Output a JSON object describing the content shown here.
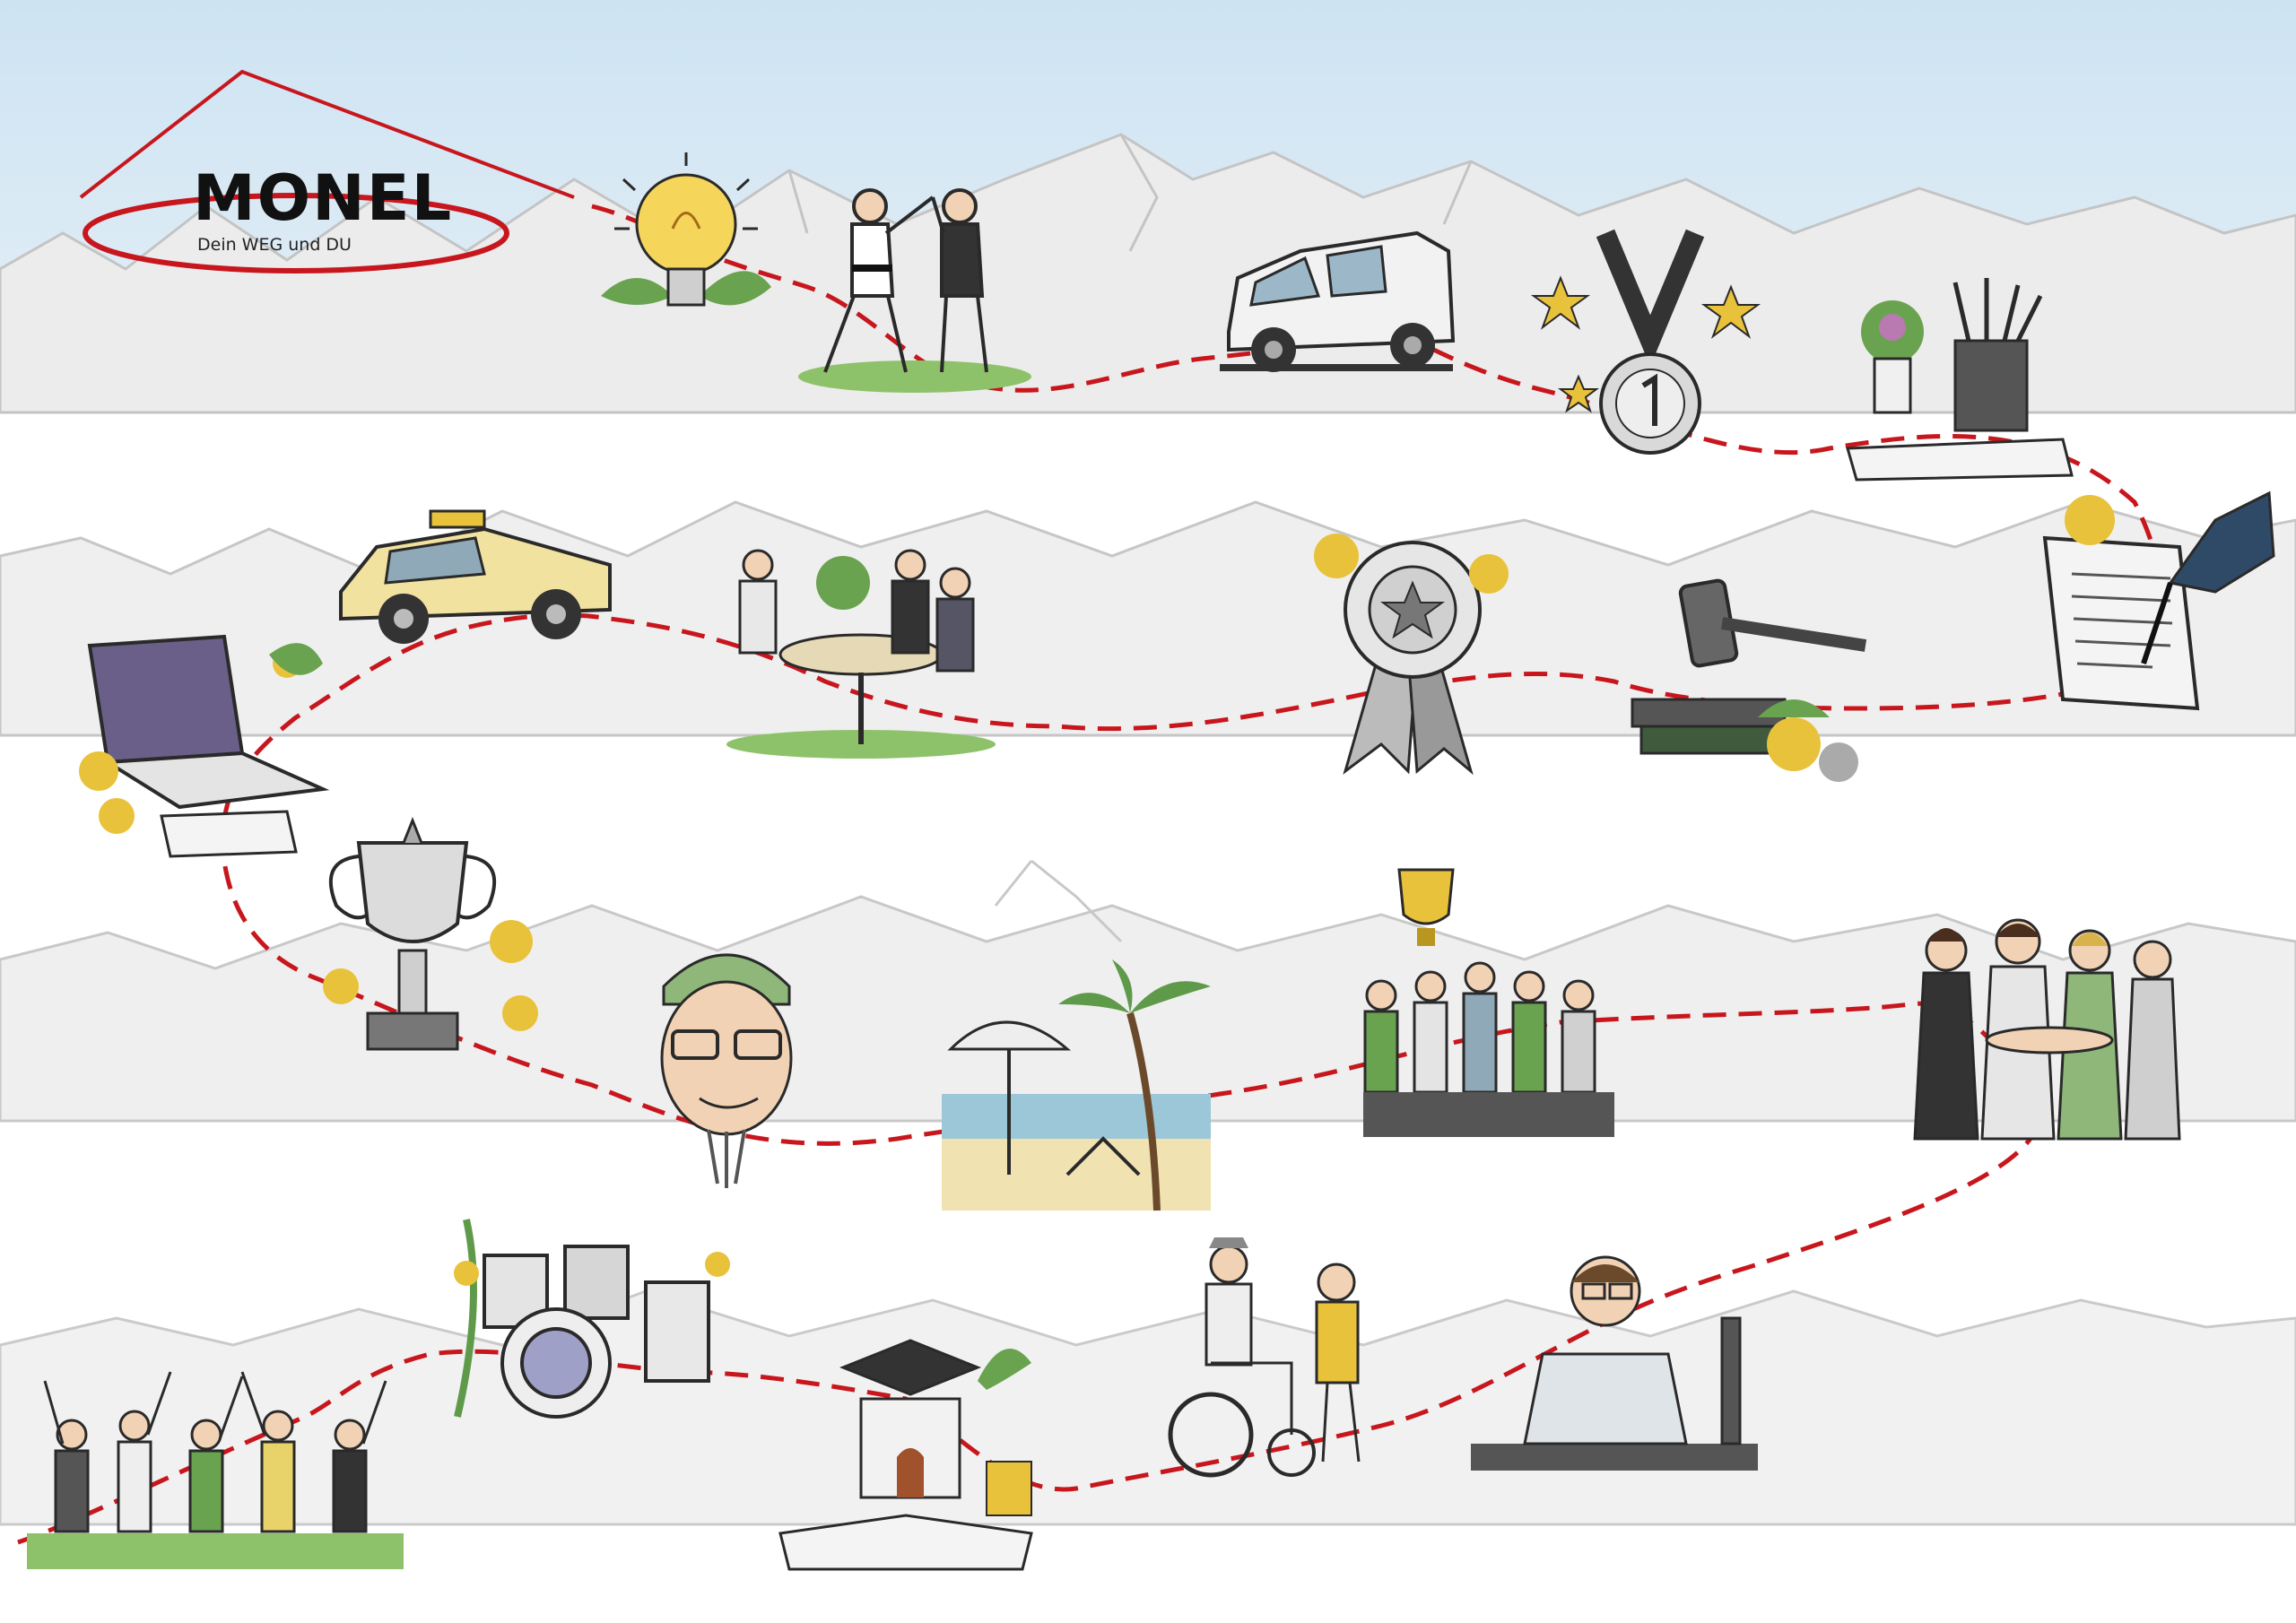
{
  "brand": {
    "title": "MONEL",
    "subtitle": "Dein WEG und DU",
    "accent_color": "#c8161d"
  },
  "colors": {
    "sky": "#cfe4f2",
    "mountain": "#e9e9e9",
    "mountain_shade": "#c9c9c9",
    "path": "#c8161d",
    "ink": "#2a2a2a",
    "leaf": "#5f9a4a",
    "flower": "#e8c23a"
  },
  "vignettes": [
    {
      "name": "lightbulb-icon",
      "label": "idea"
    },
    {
      "name": "karate-icon",
      "label": "martial arts"
    },
    {
      "name": "van-icon",
      "label": "van"
    },
    {
      "name": "medal-icon",
      "label": "first place medal"
    },
    {
      "name": "pencil-cup-icon",
      "label": "pencils and notebook"
    },
    {
      "name": "contract-signing-icon",
      "label": "signing a document"
    },
    {
      "name": "gavel-icon",
      "label": "gavel and books"
    },
    {
      "name": "rosette-icon",
      "label": "award rosette"
    },
    {
      "name": "meeting-icon",
      "label": "business meeting"
    },
    {
      "name": "taxi-icon",
      "label": "taxi"
    },
    {
      "name": "laptop-icon",
      "label": "laptop"
    },
    {
      "name": "trophy-icon",
      "label": "trophy"
    },
    {
      "name": "man-portrait-icon",
      "label": "portrait"
    },
    {
      "name": "beach-icon",
      "label": "beach holiday"
    },
    {
      "name": "team-trophy-icon",
      "label": "team celebration"
    },
    {
      "name": "women-team-icon",
      "label": "team of women"
    },
    {
      "name": "graduate-icon",
      "label": "young man at desk"
    },
    {
      "name": "wheelchair-icon",
      "label": "wheelchair companion"
    },
    {
      "name": "graduation-house-icon",
      "label": "graduation"
    },
    {
      "name": "drums-icon",
      "label": "drum kit"
    },
    {
      "name": "party-icon",
      "label": "celebration"
    }
  ]
}
